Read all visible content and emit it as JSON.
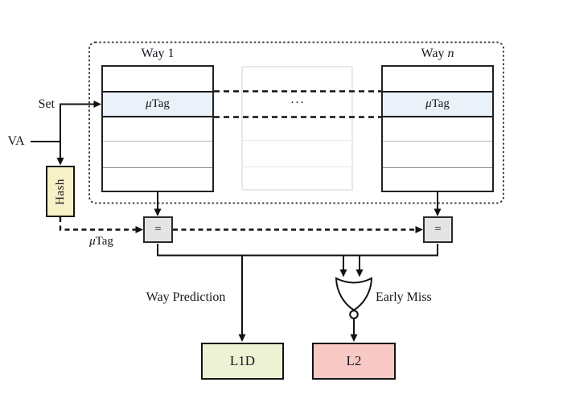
{
  "labels": {
    "way1": "Way 1",
    "way_n_prefix": "Way ",
    "way_n_var": "n",
    "ellipsis": "···",
    "set": "Set",
    "va": "VA",
    "hash": "Hash",
    "mu": "μ",
    "tag": "Tag",
    "equals": "=",
    "way_prediction": "Way Prediction",
    "early_miss": "Early Miss",
    "l1d": "L1D",
    "l2": "L2"
  },
  "structure": {
    "ways_shown": [
      "Way 1",
      "Way n"
    ],
    "rows_per_way": 5,
    "mu_tag_row_index": 2
  },
  "colors": {
    "mu_tag_row_fill": "#eaf1f8",
    "hash_fill": "#f6f1c6",
    "comparator_fill": "#e4e4e4",
    "l1d_fill": "#eef2d4",
    "l2_fill": "#f9c9c6",
    "wire": "#111111",
    "ghost_table_gray": "#e9e9e9"
  }
}
